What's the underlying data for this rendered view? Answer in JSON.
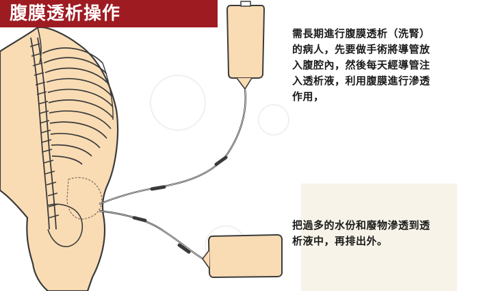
{
  "title": "腹膜透析操作",
  "caption_top": [
    "需長期進行腹膜透析（洗腎）",
    "的病人，先要做手術將導管放",
    "入腹腔內，然後每天經導管注",
    "入透析液，利用腹膜進行滲透",
    "作用，"
  ],
  "caption_bottom": [
    "把過多的水份和廢物滲透到透",
    "析液中，再排出外。"
  ],
  "colors": {
    "title_bg": "#9e1b22",
    "skin": "#f9dcb4",
    "outline": "#3a3a3a",
    "bag_fill": "#f9dcb4",
    "panel_bg": "#f7f3e8"
  }
}
